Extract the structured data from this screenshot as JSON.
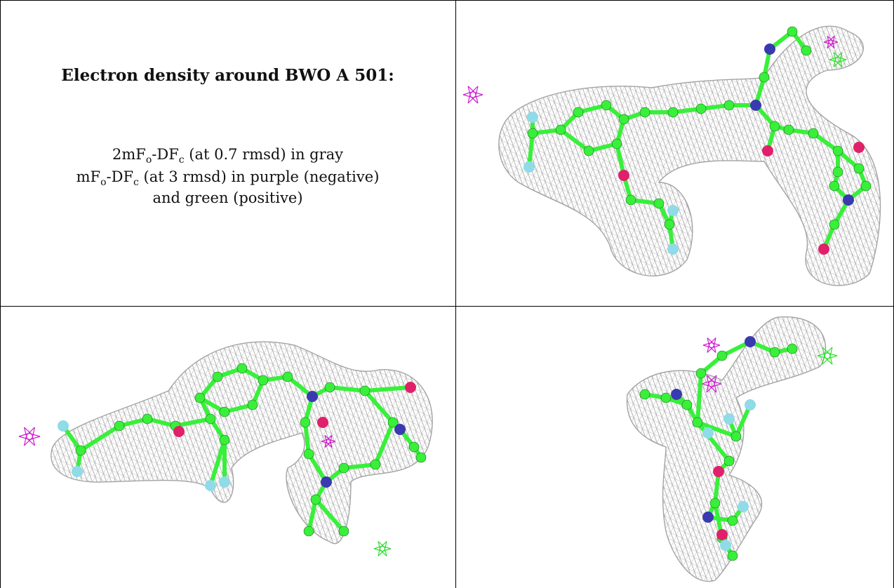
{
  "caption": {
    "title": "Electron density around BWO A 501:",
    "line1": {
      "a": "2mF",
      "b": "o",
      "c": "-DF",
      "d": "c",
      "e": " (at 0.7 rmsd) in gray"
    },
    "line2": {
      "a": "mF",
      "b": "o",
      "c": "-DF",
      "d": "c",
      "e": " (at 3 rmsd) in purple (negative)"
    },
    "line3": "and green (positive)"
  },
  "colors": {
    "density_mesh": "#9a9a9a",
    "carbon": "#38f03a",
    "nitrogen": "#3a3ab0",
    "oxygen": "#e0206a",
    "fluorine": "#8fdbe8",
    "negative_difference": "#d020d0",
    "positive_difference": "#30e030",
    "border": "#000000"
  },
  "panels": [
    {
      "id": "text-panel"
    },
    {
      "id": "view-1"
    },
    {
      "id": "view-2"
    },
    {
      "id": "view-3"
    }
  ]
}
